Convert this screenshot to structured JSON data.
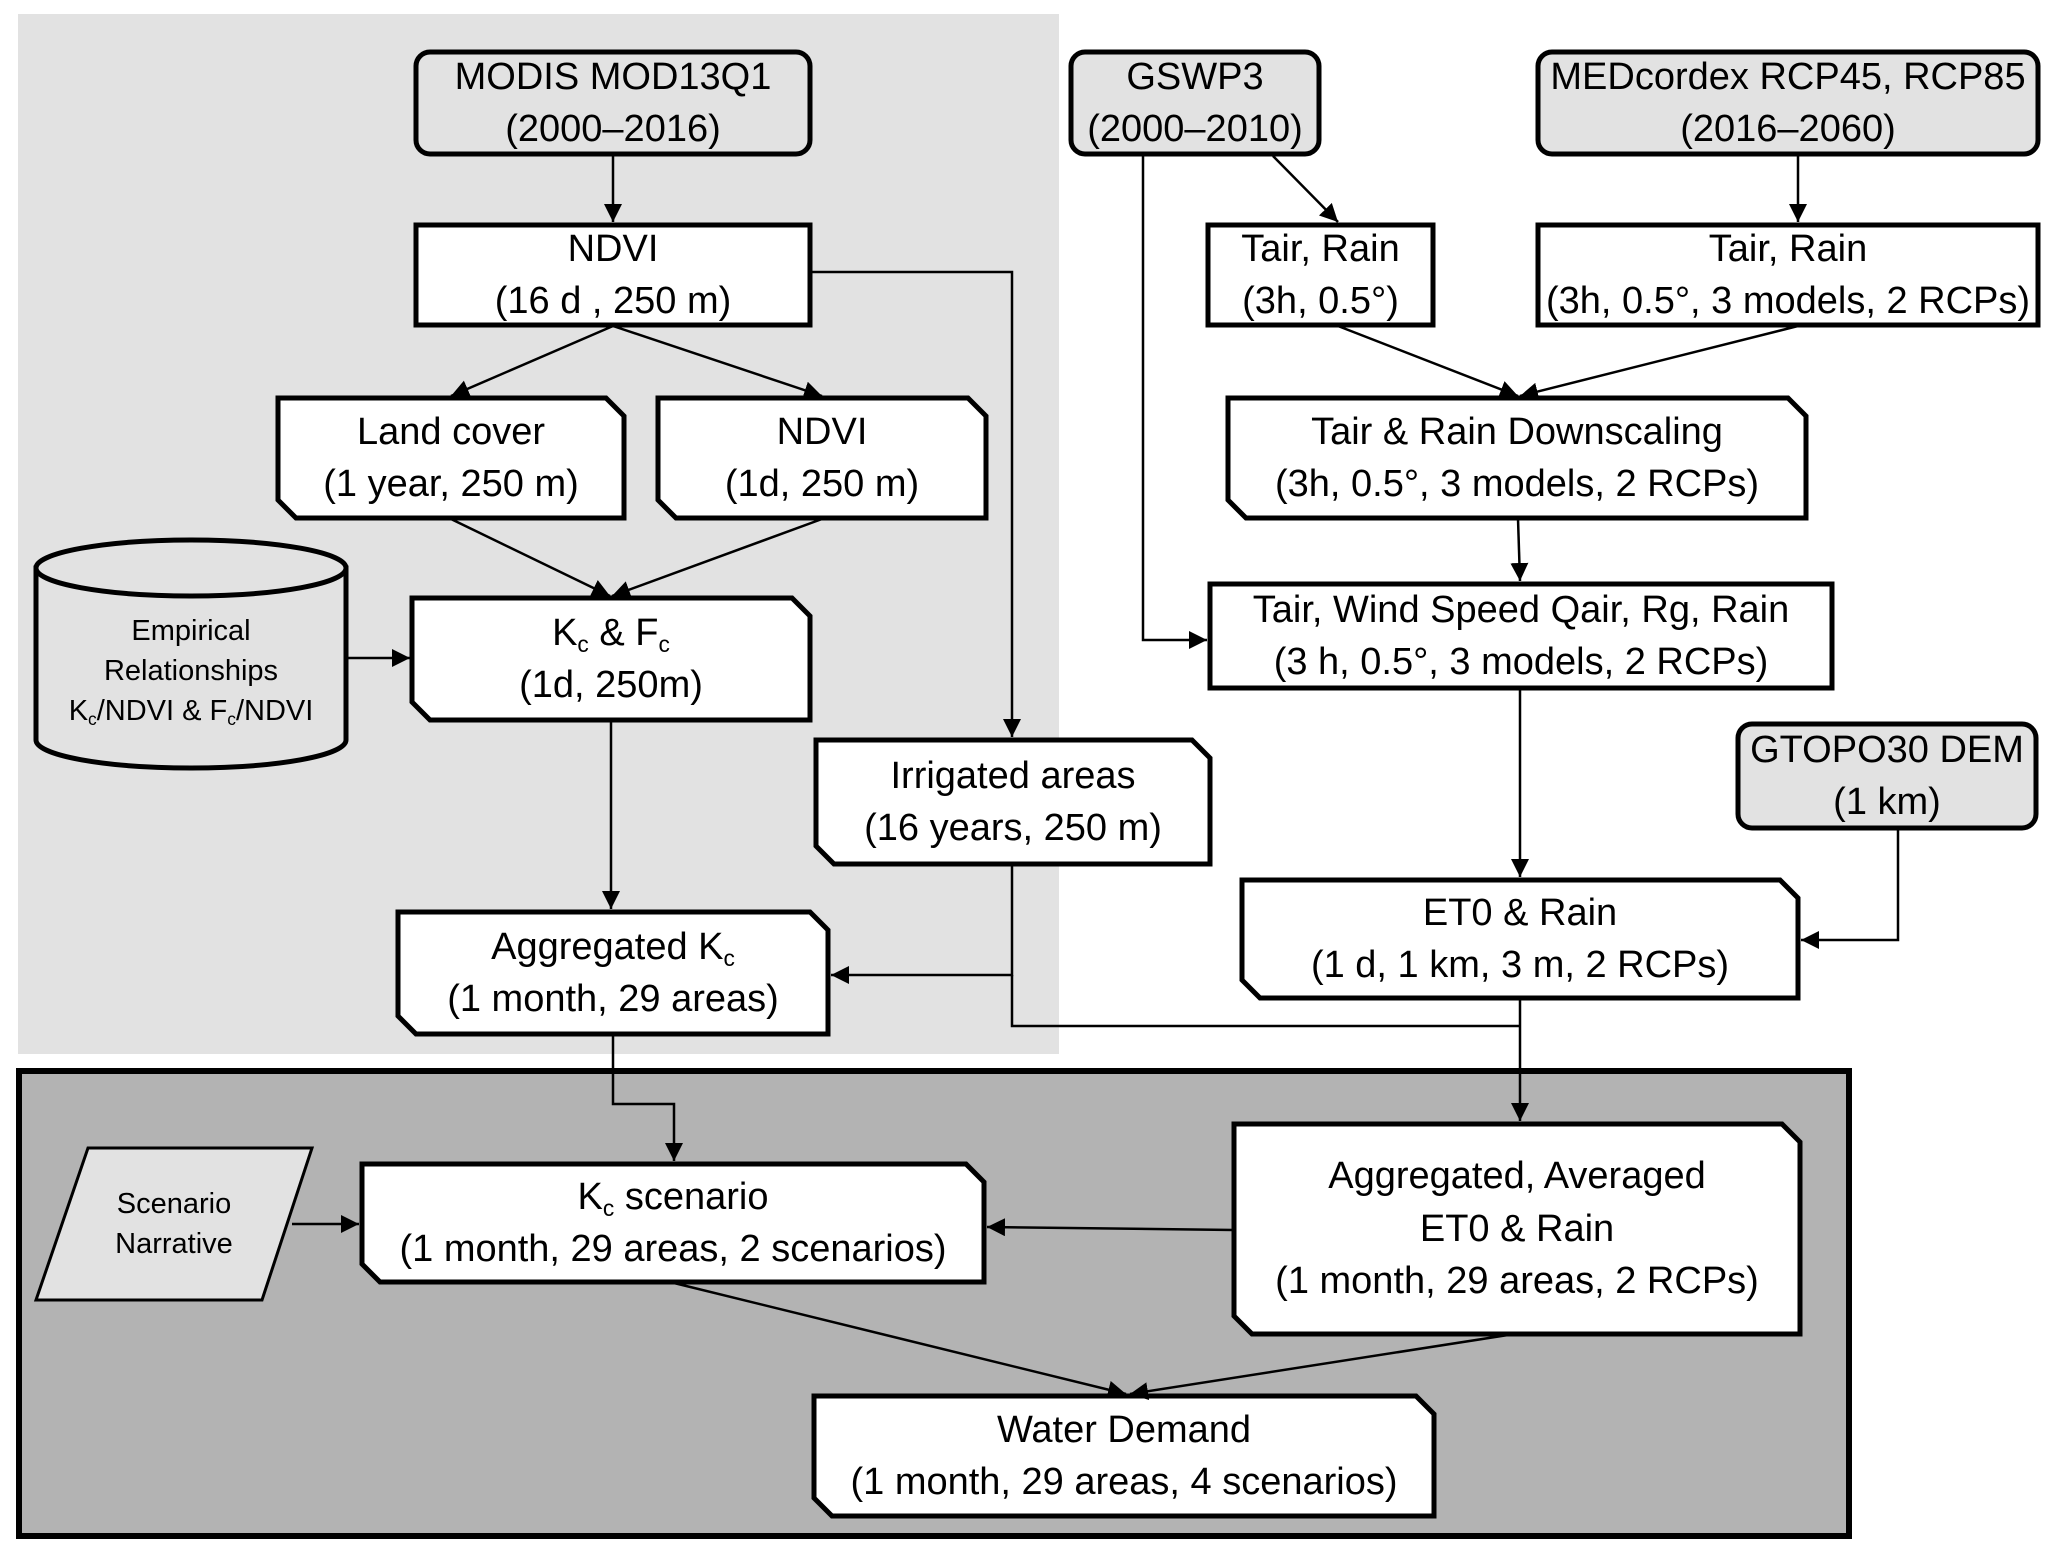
{
  "colors": {
    "upper_panel": "#e2e2e2",
    "lower_panel": "#b3b3b3",
    "source_fill": "#e2e2e2",
    "box_fill": "#ffffff",
    "line": "#000000"
  },
  "nodes": {
    "modis": {
      "line1": "MODIS MOD13Q1",
      "line2": "(2000–2016)"
    },
    "gswp3": {
      "line1": "GSWP3",
      "line2": "(2000–2010)"
    },
    "medcordex": {
      "line1": "MEDcordex RCP45, RCP85",
      "line2": "(2016–2060)"
    },
    "ndvi_16d": {
      "line1": "NDVI",
      "line2": "(16 d , 250 m)"
    },
    "tair_rain_gswp": {
      "line1": "Tair, Rain",
      "line2": "(3h, 0.5°)"
    },
    "tair_rain_med": {
      "line1": "Tair, Rain",
      "line2": "(3h, 0.5°, 3 models, 2 RCPs)"
    },
    "land_cover": {
      "line1": "Land cover",
      "line2": "(1 year, 250 m)"
    },
    "ndvi_1d": {
      "line1": "NDVI",
      "line2": "(1d, 250 m)"
    },
    "downscaling": {
      "line1": "Tair & Rain Downscaling",
      "line2": "(3h, 0.5°, 3 models, 2 RCPs)"
    },
    "empirical": {
      "line1": "Empirical",
      "line2": "Relationships",
      "line3_a": "K",
      "line3_a_sub": "c",
      "line3_b": "/NDVI & F",
      "line3_b_sub": "c",
      "line3_c": "/NDVI"
    },
    "kc_fc": {
      "line1_a": "K",
      "line1_a_sub": "c",
      "line1_b": " & F",
      "line1_b_sub": "c",
      "line2": "(1d, 250m)"
    },
    "tair_wind": {
      "line1": "Tair, Wind Speed Qair, Rg, Rain",
      "line2": "(3 h, 0.5°, 3 models, 2 RCPs)"
    },
    "irrigated": {
      "line1": "Irrigated areas",
      "line2": "(16 years, 250 m)"
    },
    "gtopo": {
      "line1": "GTOPO30 DEM",
      "line2": "(1 km)"
    },
    "et0_rain": {
      "line1": "ET0 & Rain",
      "line2": "(1 d, 1 km, 3 m,  2 RCPs)"
    },
    "aggregated_kc": {
      "line1_a": "Aggregated K",
      "line1_a_sub": "c",
      "line2": "(1 month, 29 areas)"
    },
    "scenario_narrative": {
      "line1": "Scenario",
      "line2": "Narrative"
    },
    "kc_scenario": {
      "line1_a": "K",
      "line1_a_sub": "c",
      "line1_b": " scenario",
      "line2": "(1 month, 29 areas, 2 scenarios)"
    },
    "agg_avg_et0": {
      "line1": "Aggregated, Averaged",
      "line2": "ET0 & Rain",
      "line3": "(1 month, 29 areas, 2 RCPs)"
    },
    "water_demand": {
      "line1": "Water Demand",
      "line2": "(1 month, 29 areas, 4 scenarios)"
    }
  }
}
